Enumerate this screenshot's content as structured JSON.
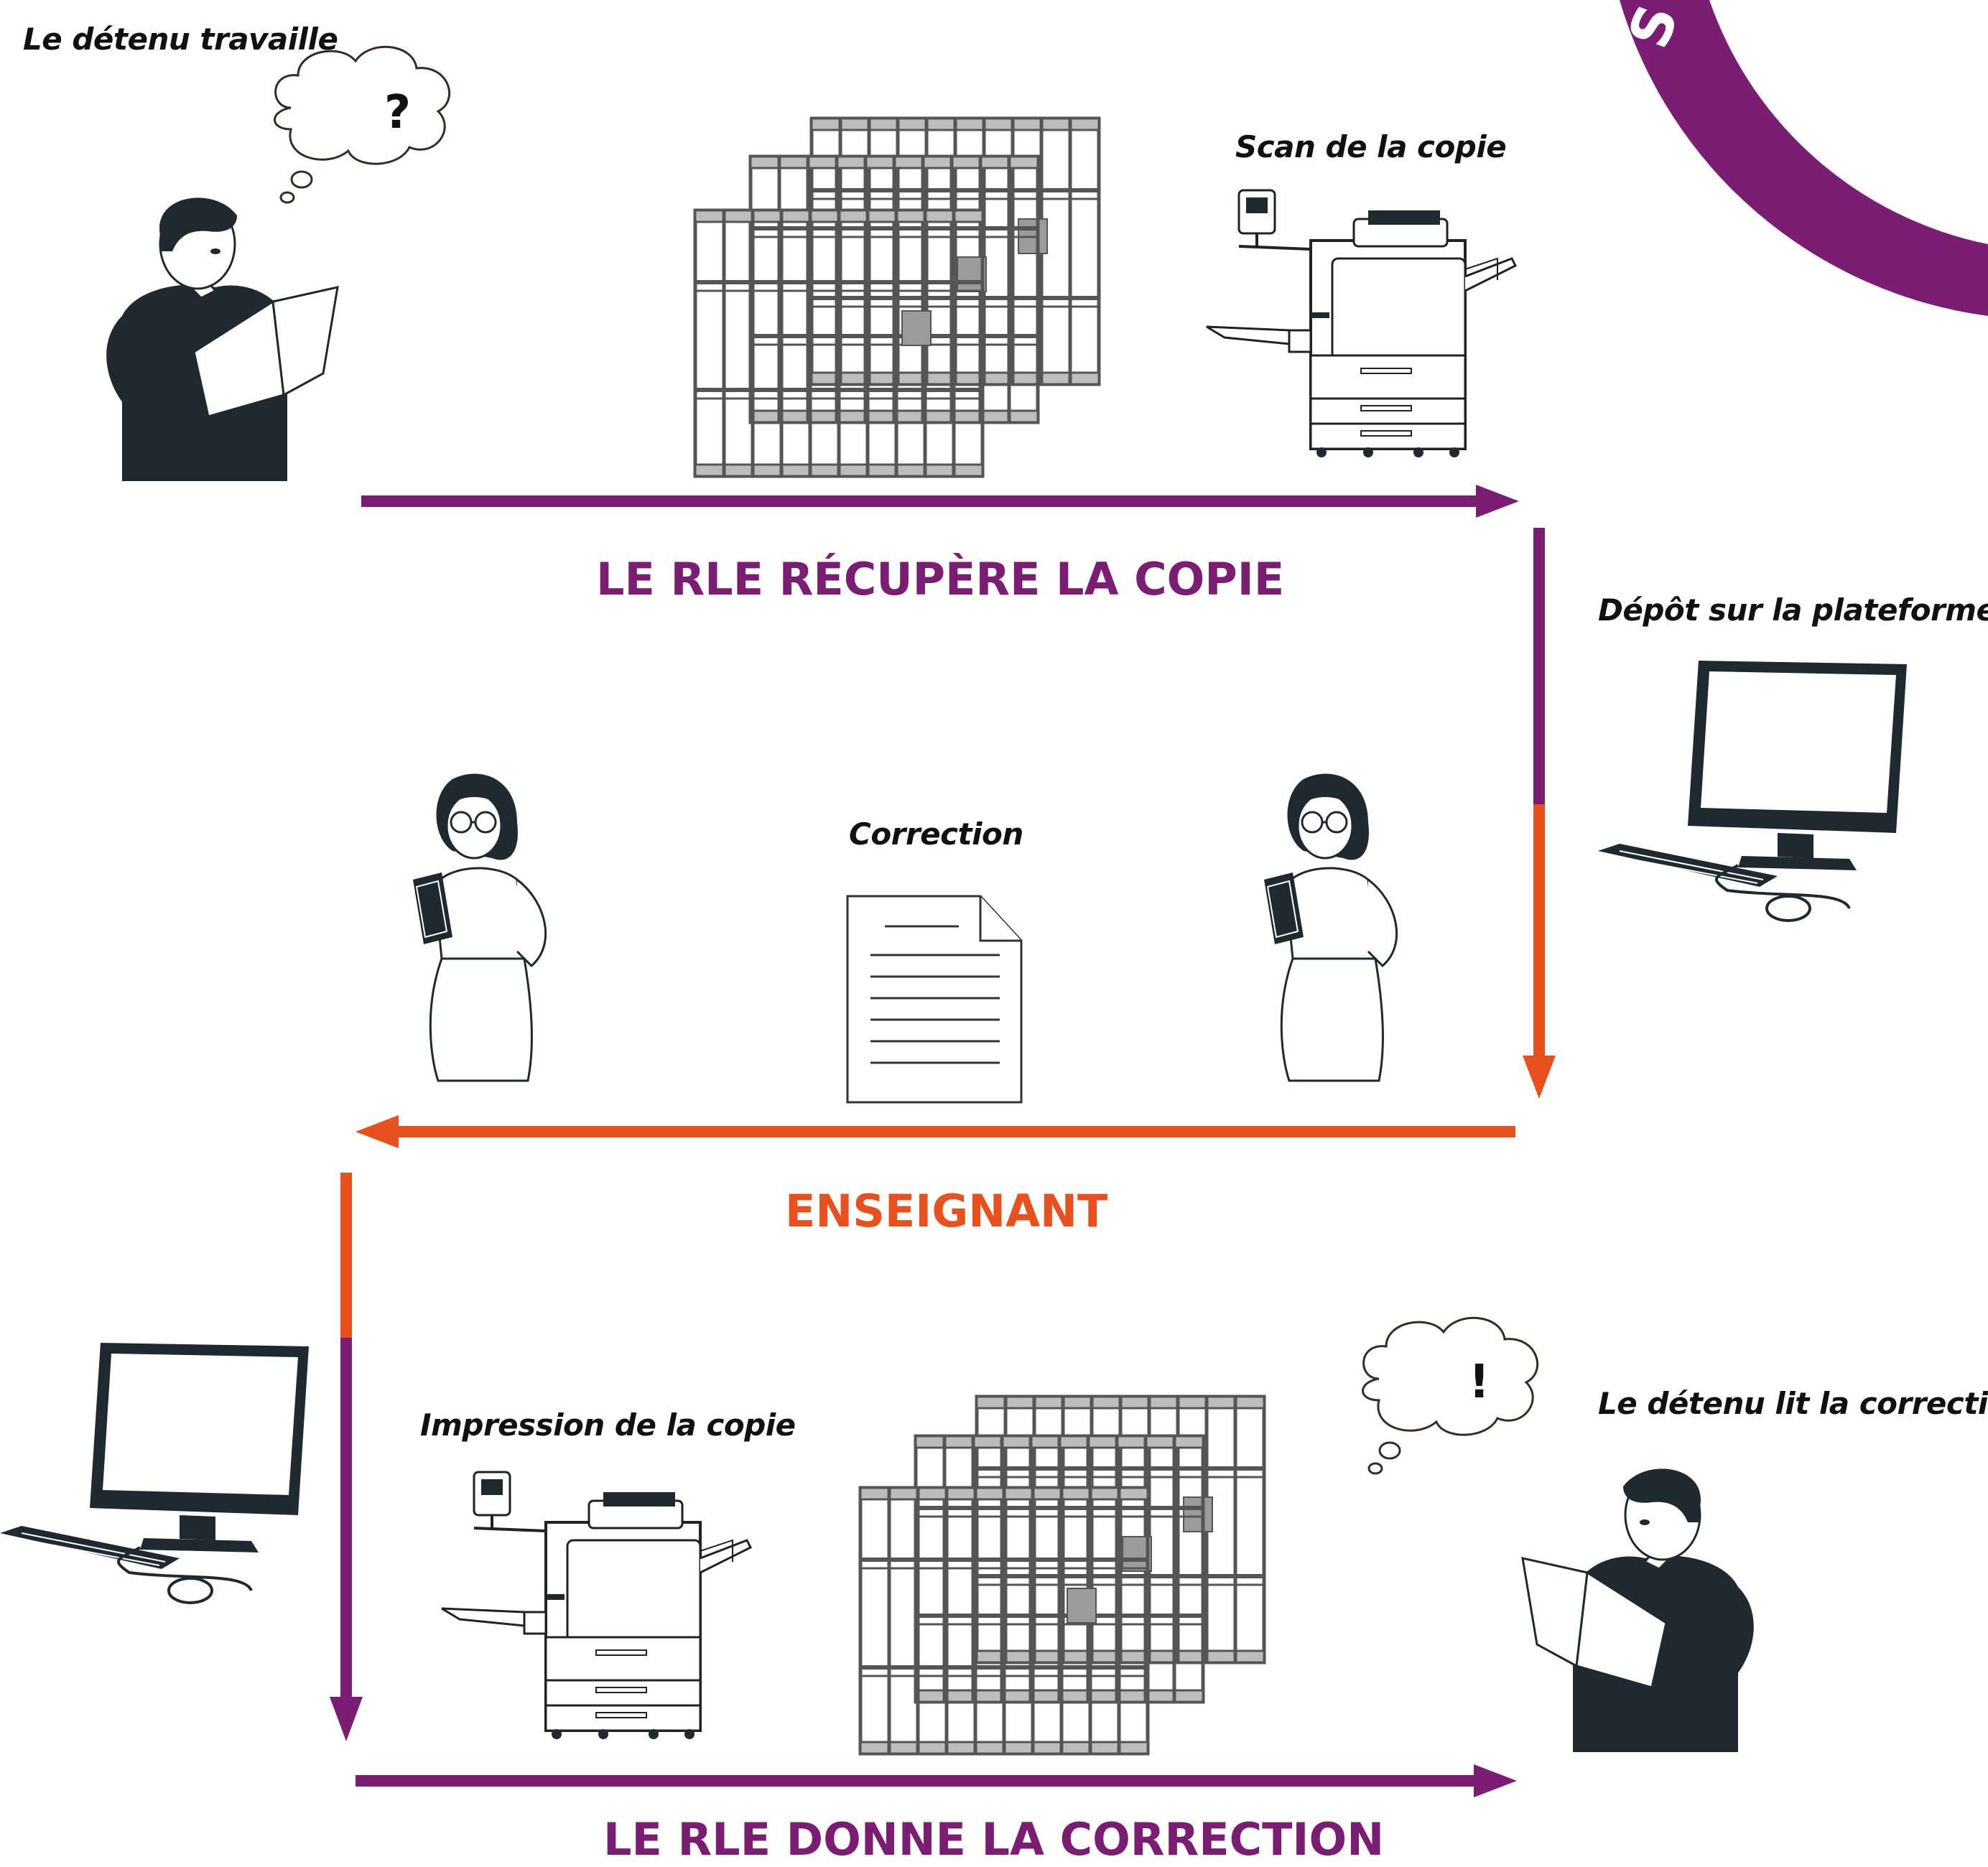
{
  "labels": {
    "worker_caption": "Le détenu travaille",
    "scan_caption": "Scan de la copie",
    "upload_caption": "Dépôt sur la plateforme",
    "correction_caption": "Correction",
    "print_caption": "Impression de la copie",
    "reader_caption": "Le détenu lit la correction"
  },
  "steps": {
    "step1": "LE RLE RÉCUPÈRE LA COPIE",
    "step2": "ENSEIGNANT",
    "step3": "LE RLE DONNE LA CORRECTION"
  },
  "badge_letter": "S",
  "thought_question": "?",
  "thought_exclaim": "!",
  "colors": {
    "purple": "#7B1D72",
    "orange": "#E8501E",
    "ink": "#1E2A2F",
    "gray": "#9B9B9B"
  },
  "icons": [
    "prison-bars-icon",
    "copier-icon",
    "computer-icon",
    "document-icon",
    "thought-bubble-icon",
    "person-reading-icon",
    "teacher-icon"
  ]
}
